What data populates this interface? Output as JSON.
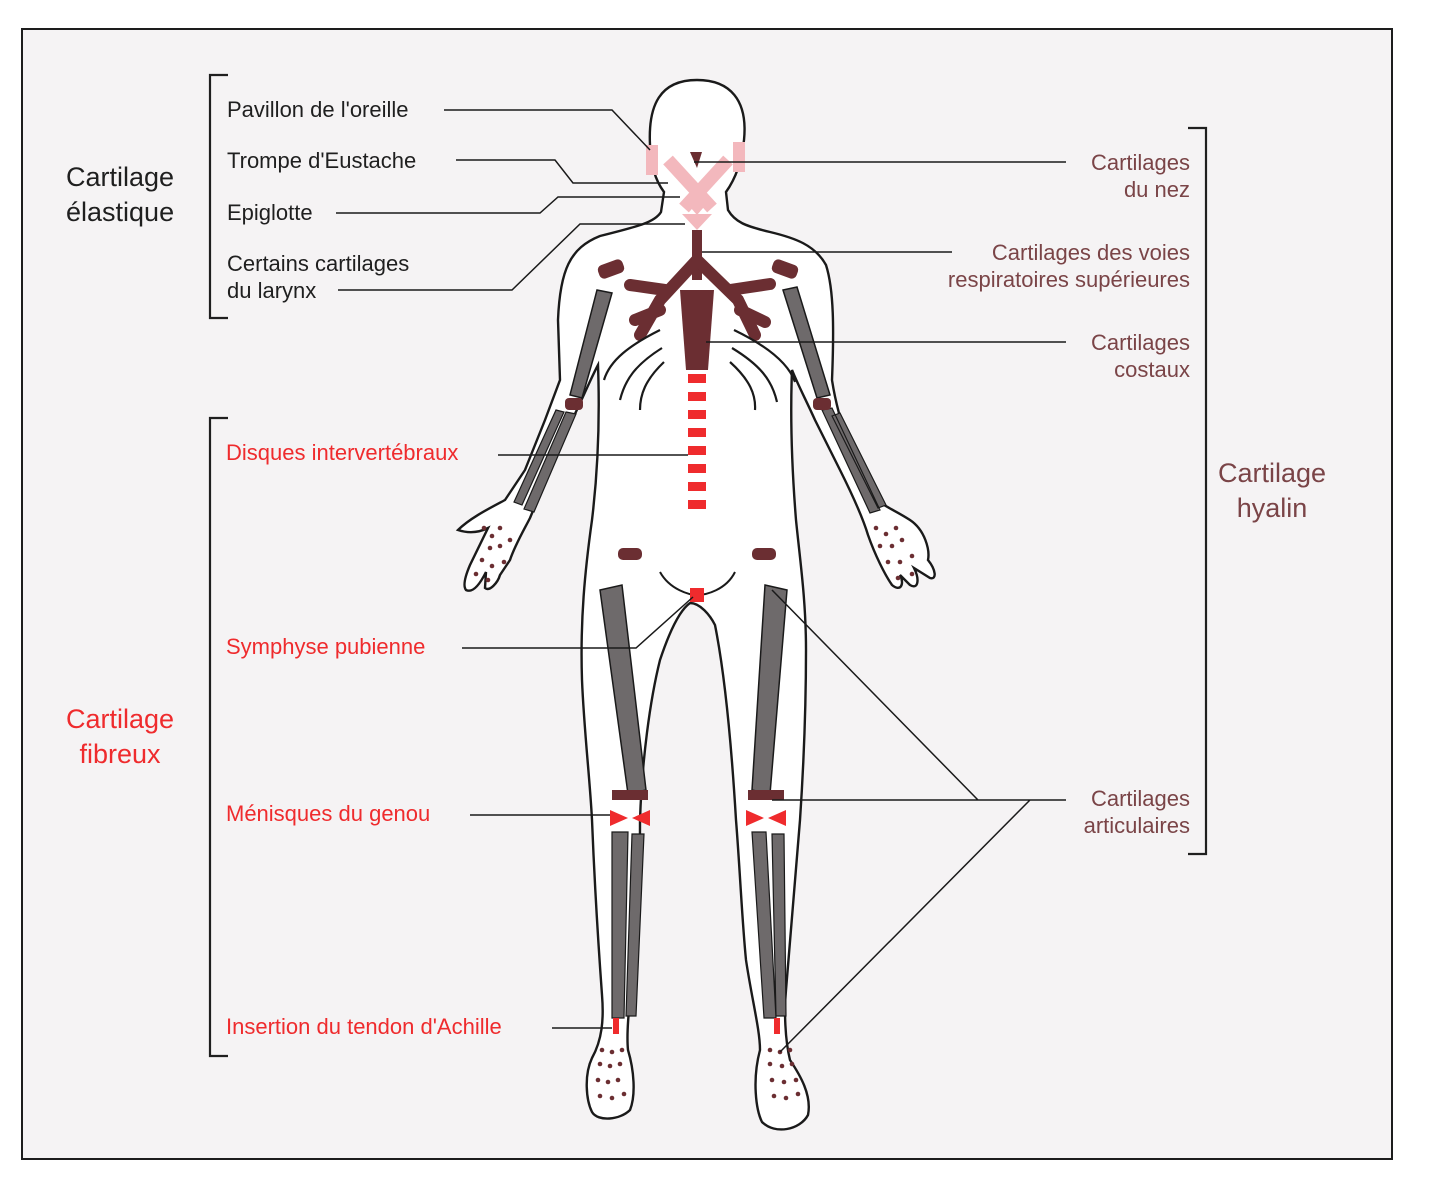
{
  "groups": {
    "elastique": {
      "line1": "Cartilage",
      "line2": "élastique",
      "color": "#1f1f1f"
    },
    "fibreux": {
      "line1": "Cartilage",
      "line2": "fibreux",
      "color": "#ef2b2d"
    },
    "hyalin": {
      "line1": "Cartilage",
      "line2": "hyalin",
      "color": "#7a4447"
    }
  },
  "elastique_labels": [
    {
      "text": "Pavillon de l'oreille"
    },
    {
      "text": "Trompe d'Eustache"
    },
    {
      "text": "Epiglotte"
    },
    {
      "line1": "Certains cartilages",
      "line2": "du larynx"
    }
  ],
  "fibreux_labels": [
    {
      "text": "Disques intervertébraux"
    },
    {
      "text": "Symphyse pubienne"
    },
    {
      "text": "Ménisques du genou"
    },
    {
      "text": "Insertion du tendon d'Achille"
    }
  ],
  "hyalin_labels": [
    {
      "line1": "Cartilages",
      "line2": "du nez"
    },
    {
      "line1": "Cartilages des voies",
      "line2": "respiratoires supérieures"
    },
    {
      "line1": "Cartilages",
      "line2": "costaux"
    },
    {
      "line1": "Cartilages",
      "line2": "articulaires"
    }
  ],
  "colors": {
    "elastic": "#1f1f1f",
    "fibrous": "#ef2b2d",
    "hyaline": "#7a4447",
    "bone": "#6e6a6b",
    "cartilage_dark": "#6b2e32",
    "cartilage_light": "#f3b8bd"
  }
}
